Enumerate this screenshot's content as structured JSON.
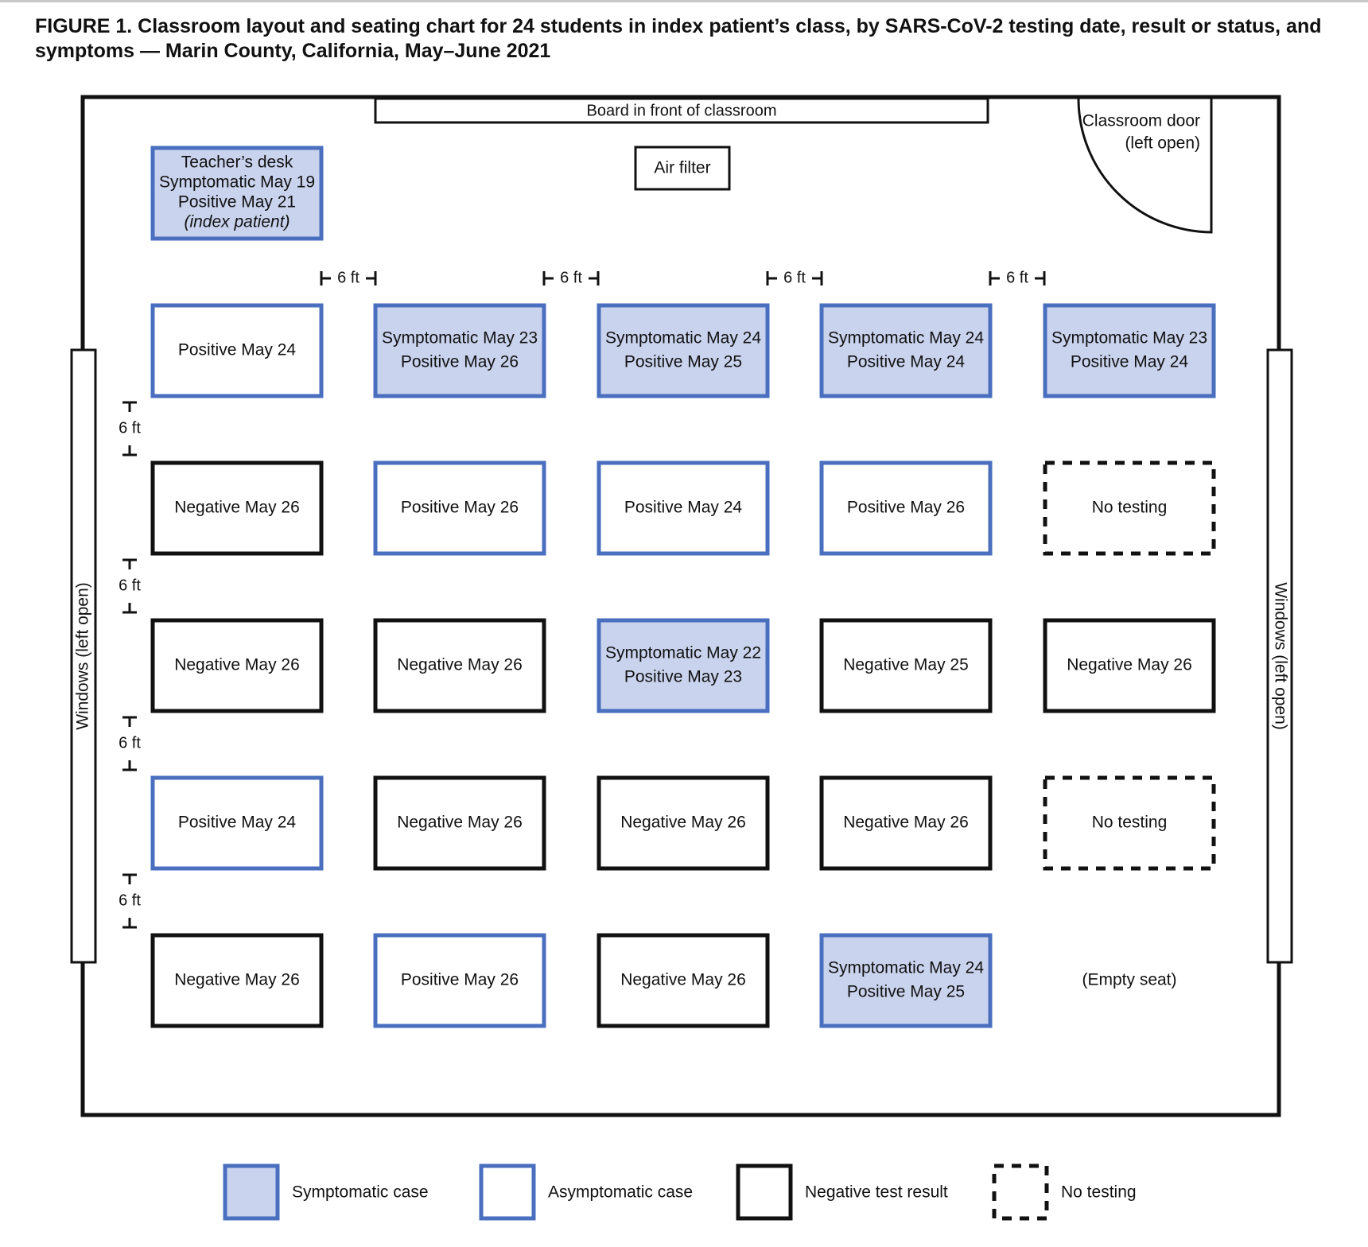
{
  "title": "FIGURE 1. Classroom layout and seating chart for 24 students in index patient’s class, by SARS-CoV-2 testing date, result or status, and symptoms — Marin County, California, May–June 2021",
  "colors": {
    "symptomatic_fill": "#c9d3ed",
    "case_border": "#4a6fbf",
    "negative_border": "#111111",
    "wall": "#111111"
  },
  "room": {
    "board": "Board in front of classroom",
    "air_filter": "Air filter",
    "door": [
      "Classroom door",
      "(left open)"
    ],
    "window_left": "Windows (left open)",
    "window_right": "Windows (left open)",
    "spacing_label": "6 ft"
  },
  "teacher_desk": {
    "status": "symptomatic",
    "lines": [
      "Teacher’s desk",
      "Symptomatic  May 19",
      "Positive  May 21",
      "(index patient)"
    ]
  },
  "seats": [
    [
      {
        "status": "asymptomatic",
        "lines": [
          "Positive  May 24"
        ]
      },
      {
        "status": "symptomatic",
        "lines": [
          "Symptomatic  May 23",
          "Positive  May 26"
        ]
      },
      {
        "status": "symptomatic",
        "lines": [
          "Symptomatic  May 24",
          "Positive  May 25"
        ]
      },
      {
        "status": "symptomatic",
        "lines": [
          "Symptomatic  May 24",
          "Positive  May 24"
        ]
      },
      {
        "status": "symptomatic",
        "lines": [
          "Symptomatic  May 23",
          "Positive  May 24"
        ]
      }
    ],
    [
      {
        "status": "negative",
        "lines": [
          "Negative  May 26"
        ]
      },
      {
        "status": "asymptomatic",
        "lines": [
          "Positive  May 26"
        ]
      },
      {
        "status": "asymptomatic",
        "lines": [
          "Positive  May 24"
        ]
      },
      {
        "status": "asymptomatic",
        "lines": [
          "Positive  May 26"
        ]
      },
      {
        "status": "notest",
        "lines": [
          "No testing"
        ]
      }
    ],
    [
      {
        "status": "negative",
        "lines": [
          "Negative  May 26"
        ]
      },
      {
        "status": "negative",
        "lines": [
          "Negative  May 26"
        ]
      },
      {
        "status": "symptomatic",
        "lines": [
          "Symptomatic  May 22",
          "Positive  May 23"
        ]
      },
      {
        "status": "negative",
        "lines": [
          "Negative  May 25"
        ]
      },
      {
        "status": "negative",
        "lines": [
          "Negative  May 26"
        ]
      }
    ],
    [
      {
        "status": "asymptomatic",
        "lines": [
          "Positive  May 24"
        ]
      },
      {
        "status": "negative",
        "lines": [
          "Negative  May 26"
        ]
      },
      {
        "status": "negative",
        "lines": [
          "Negative  May 26"
        ]
      },
      {
        "status": "negative",
        "lines": [
          "Negative  May 26"
        ]
      },
      {
        "status": "notest",
        "lines": [
          "No testing"
        ]
      }
    ],
    [
      {
        "status": "negative",
        "lines": [
          "Negative  May 26"
        ]
      },
      {
        "status": "asymptomatic",
        "lines": [
          "Positive  May 26"
        ]
      },
      {
        "status": "negative",
        "lines": [
          "Negative  May 26"
        ]
      },
      {
        "status": "symptomatic",
        "lines": [
          "Symptomatic  May 24",
          "Positive  May 25"
        ]
      },
      {
        "status": "empty",
        "lines": [
          "(Empty seat)"
        ]
      }
    ]
  ],
  "legend": [
    {
      "status": "symptomatic",
      "label": "Symptomatic case"
    },
    {
      "status": "asymptomatic",
      "label": "Asymptomatic case"
    },
    {
      "status": "negative",
      "label": "Negative test result"
    },
    {
      "status": "notest",
      "label": "No testing"
    }
  ]
}
